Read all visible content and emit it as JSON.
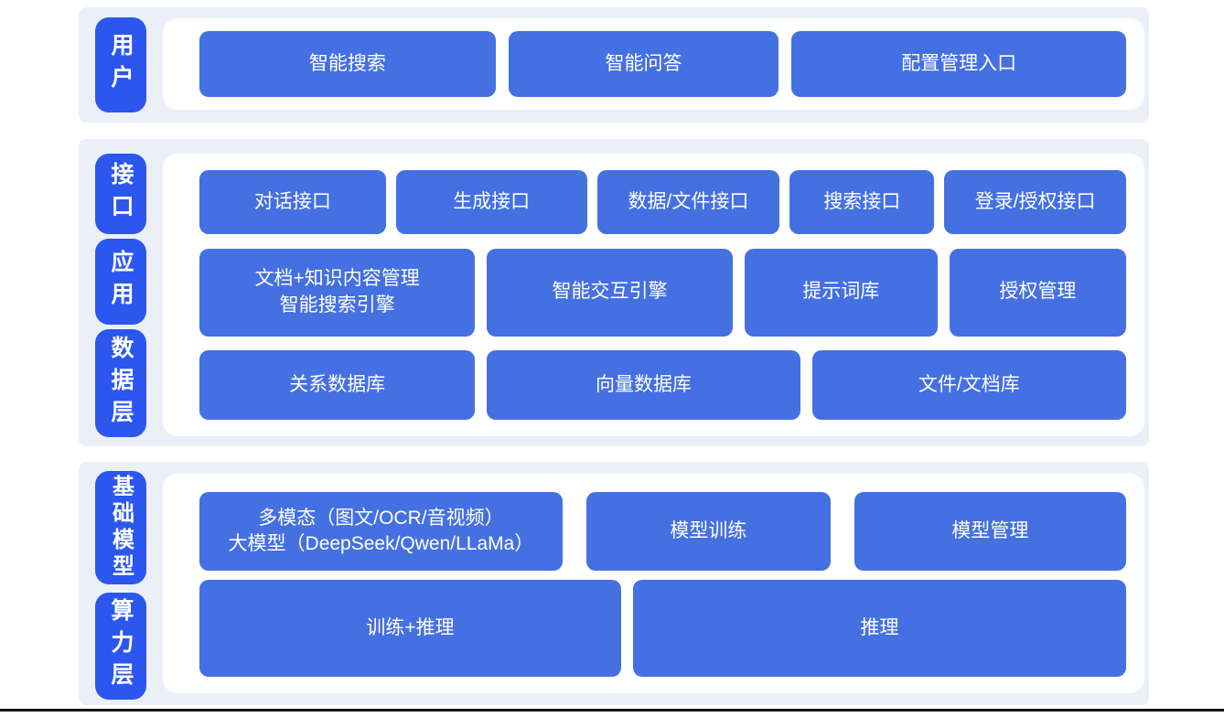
{
  "colors": {
    "section_bg": "#ebf0f8",
    "panel_bg": "#ffffff",
    "layer_label_bg": "#2b57ef",
    "block_bg": "#4570e2",
    "text": "#ffffff",
    "bottom_line": "#161616"
  },
  "sections": [
    {
      "name": "user-layer",
      "labels": [
        {
          "text": "用户"
        }
      ],
      "rows": [
        {
          "blocks": [
            {
              "label": "智能搜索"
            },
            {
              "label": "智能问答"
            },
            {
              "label": "配置管理入口"
            }
          ]
        }
      ]
    },
    {
      "name": "interface-application-data-layer",
      "labels": [
        {
          "text": "接口"
        },
        {
          "text": "应用"
        },
        {
          "text": "数据层"
        }
      ],
      "rows": [
        {
          "blocks": [
            {
              "label": "对话接口"
            },
            {
              "label": "生成接口"
            },
            {
              "label": "数据/文件接口"
            },
            {
              "label": "搜索接口"
            },
            {
              "label": "登录/授权接口"
            }
          ]
        },
        {
          "blocks": [
            {
              "label": "文档+知识内容管理\n智能搜索引擎"
            },
            {
              "label": "智能交互引擎"
            },
            {
              "label": "提示词库"
            },
            {
              "label": "授权管理"
            }
          ]
        },
        {
          "blocks": [
            {
              "label": "关系数据库"
            },
            {
              "label": "向量数据库"
            },
            {
              "label": "文件/文档库"
            }
          ]
        }
      ]
    },
    {
      "name": "foundation-model-compute-layer",
      "labels": [
        {
          "text": "基础模型"
        },
        {
          "text": "算力层"
        }
      ],
      "rows": [
        {
          "blocks": [
            {
              "label": "多模态（图文/OCR/音视频）\n大模型（DeepSeek/Qwen/LLaMa）"
            },
            {
              "label": "模型训练"
            },
            {
              "label": "模型管理"
            }
          ]
        },
        {
          "blocks": [
            {
              "label": "训练+推理"
            },
            {
              "label": "推理"
            }
          ]
        }
      ]
    }
  ]
}
